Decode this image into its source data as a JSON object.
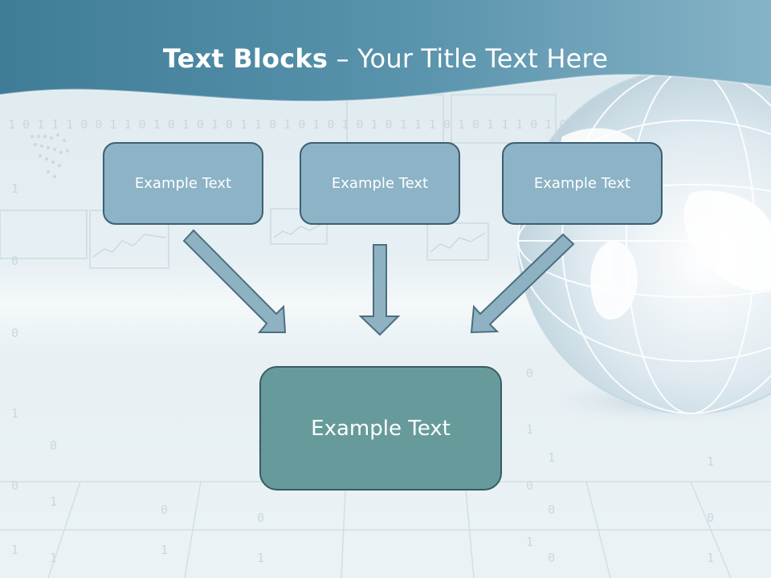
{
  "slide": {
    "title_bold": "Text Blocks",
    "title_dash": " – ",
    "title_rest": "Your Title Text Here"
  },
  "blocks": [
    {
      "label": "Example Text"
    },
    {
      "label": "Example Text"
    },
    {
      "label": "Example Text"
    }
  ],
  "result_block": {
    "label": "Example Text"
  },
  "colors": {
    "header": "#4f8aa3",
    "small_block_fill": "#8cb3c6",
    "small_block_border": "#3d5f72",
    "large_block_fill": "#679b9b",
    "large_block_border": "#3b5a62",
    "arrow_fill": "#8fb2c2",
    "arrow_stroke": "#4b6f80"
  }
}
